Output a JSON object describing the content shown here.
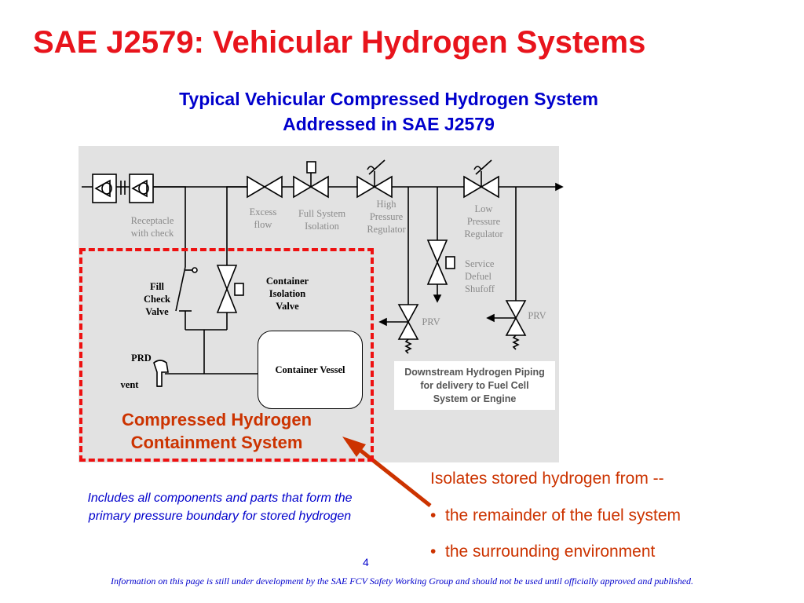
{
  "slide": {
    "title": "SAE J2579: Vehicular Hydrogen Systems",
    "subtitle_line1": "Typical Vehicular Compressed Hydrogen System",
    "subtitle_line2": "Addressed in SAE J2579",
    "page_number": "4",
    "footer": "Information on this page is still under development by the  SAE  FCV Safety Working Group and should not be used until officially approved and published."
  },
  "diagram": {
    "labels": {
      "receptacle_l1": "Receptacle",
      "receptacle_l2": "with check",
      "excess_l1": "Excess",
      "excess_l2": "flow",
      "full_l1": "Full System",
      "full_l2": "Isolation",
      "hpr_l1": "High",
      "hpr_l2": "Pressure",
      "hpr_l3": "Regulator",
      "lpr_l1": "Low",
      "lpr_l2": "Pressure",
      "lpr_l3": "Regulator",
      "service_l1": "Service",
      "service_l2": "Defuel",
      "service_l3": "Shufoff",
      "prv1": "PRV",
      "prv2": "PRV",
      "fill_l1": "Fill",
      "fill_l2": "Check",
      "fill_l3": "Valve",
      "civ_l1": "Container",
      "civ_l2": "Isolation",
      "civ_l3": "Valve",
      "prd": "PRD",
      "vent": "vent",
      "vessel": "Container Vessel",
      "downstream_l1": "Downstream Hydrogen Piping",
      "downstream_l2": "for delivery to Fuel Cell",
      "downstream_l3": "System or Engine"
    },
    "containment_l1": "Compressed Hydrogen",
    "containment_l2": "Containment System",
    "colors": {
      "red": "#ee1111",
      "orange_red": "#cc3300",
      "blue": "#0000cc",
      "panel": "#e2e2e2"
    }
  },
  "notes": {
    "primary_boundary": "Includes all components and parts that form the primary pressure boundary for stored hydrogen",
    "isolates_heading": "Isolates stored hydrogen from --",
    "bullets": [
      "the remainder of the fuel system",
      "the surrounding environment"
    ]
  }
}
